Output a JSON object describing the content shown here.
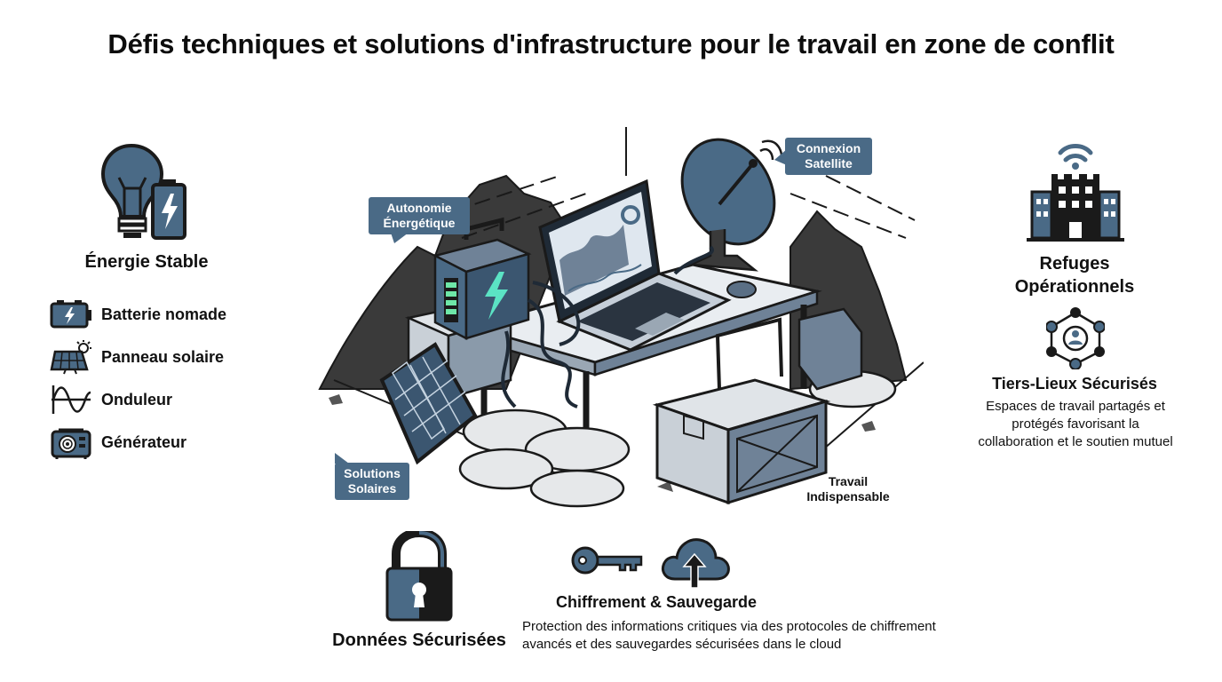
{
  "title": "Défis techniques et solutions d'infrastructure pour le travail en zone de conflit",
  "colors": {
    "accent": "#4a6a86",
    "ink": "#1a1a1a",
    "accent_dark": "#33506a"
  },
  "energy": {
    "title": "Énergie Stable",
    "icon": "lightbulb-battery-icon",
    "items": [
      {
        "label": "Batterie nomade",
        "icon": "battery-icon"
      },
      {
        "label": "Panneau solaire",
        "icon": "solar-panel-icon"
      },
      {
        "label": "Onduleur",
        "icon": "sine-wave-icon"
      },
      {
        "label": "Générateur",
        "icon": "generator-icon"
      }
    ]
  },
  "callouts": {
    "autonomie": "Autonomie Énergétique",
    "satellite": "Connexion Satellite",
    "solaires": "Solutions Solaires",
    "travail": "Travail Indispensable"
  },
  "refuges": {
    "title": "Refuges Opérationnels",
    "subtitle": "Tiers-Lieux Sécurisés",
    "description": "Espaces de travail partagés et protégés favorisant la collaboration et le soutien mutuel"
  },
  "data_security": {
    "title": "Données Sécurisées",
    "subtitle": "Chiffrement & Sauvegarde",
    "description": "Protection des informations critiques via des protocoles de chiffrement avancés et des sauvegardes sécurisées dans le cloud"
  }
}
